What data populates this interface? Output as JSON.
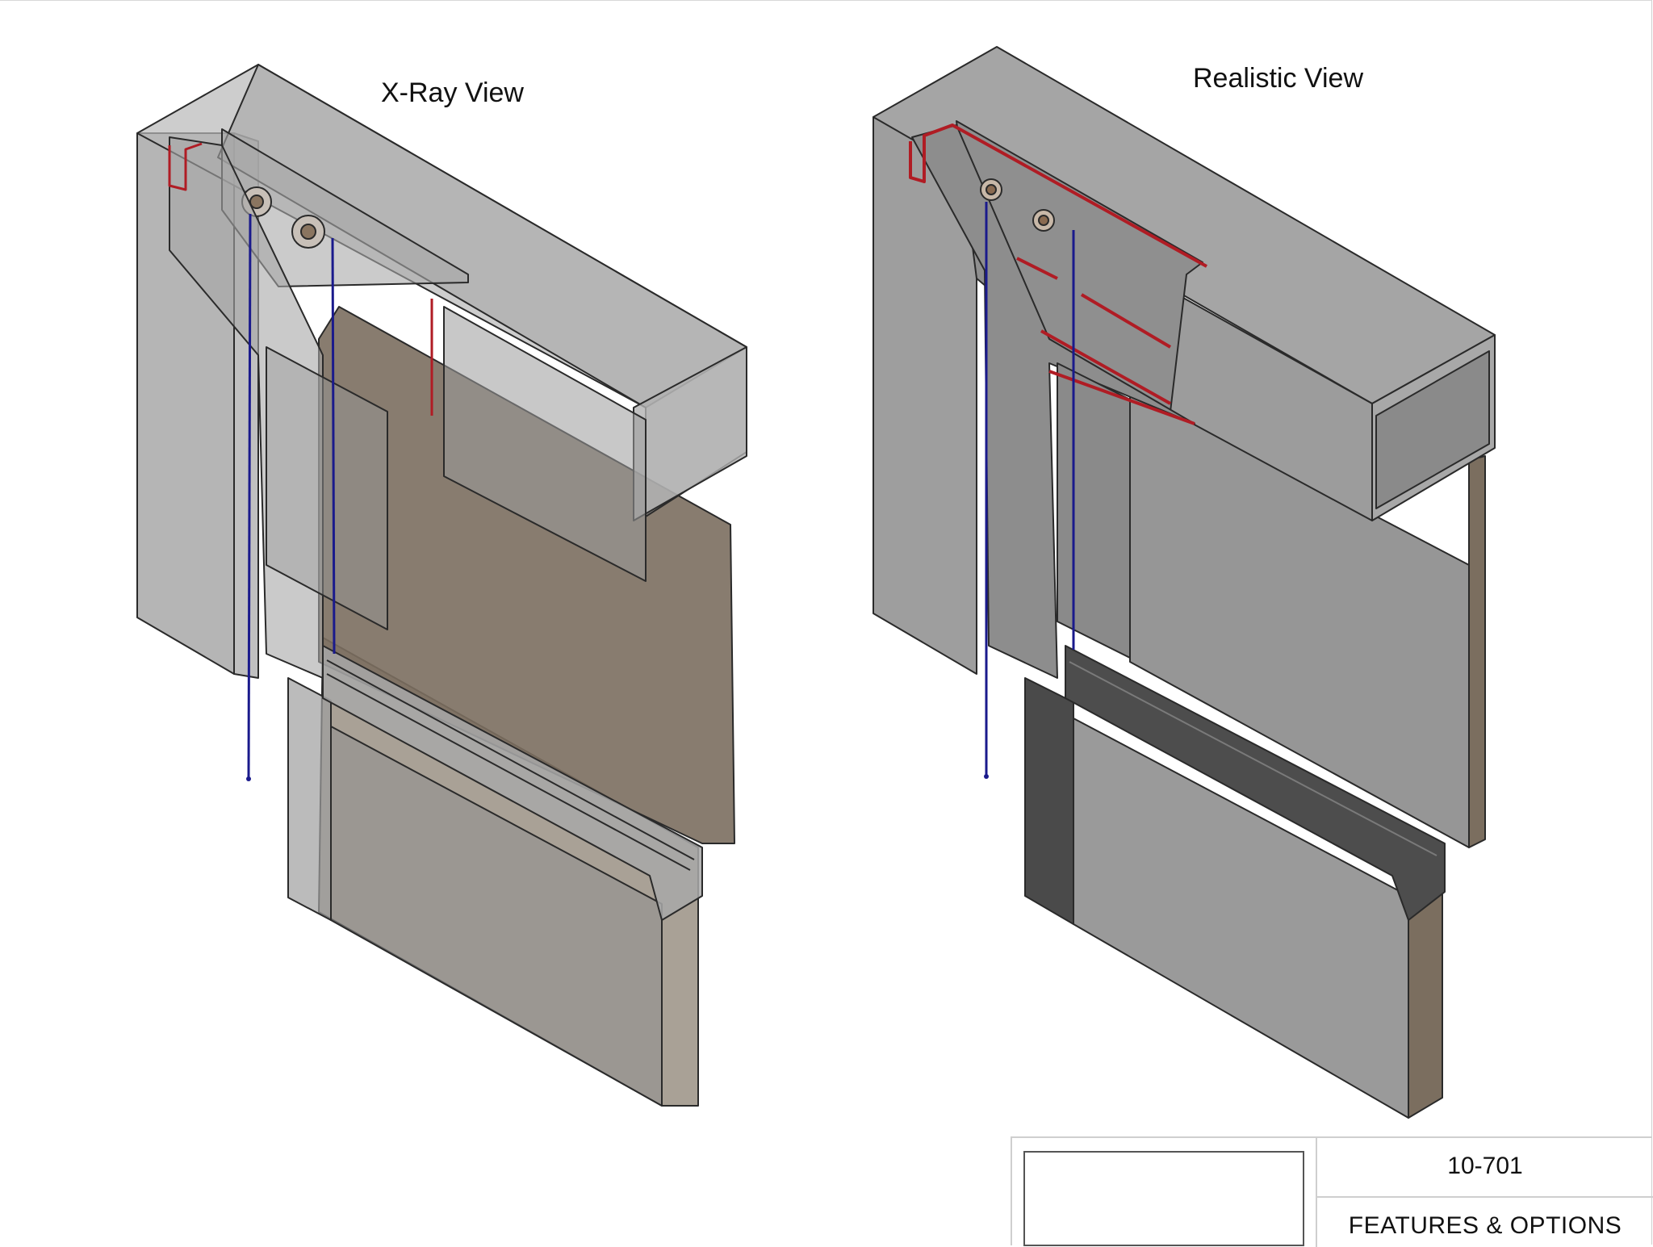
{
  "views": {
    "xray_title": "X-Ray View",
    "realistic_title": "Realistic View"
  },
  "title_block": {
    "drawing_number": "10-701",
    "subject": "FEATURES & OPTIONS"
  },
  "colors": {
    "aluminum": "#9a9a9a",
    "aluminum_light": "#b4b4b4",
    "aluminum_dark": "#5a5a5a",
    "fabric_tan": "#7b6e5f",
    "fabric_light": "#8c8273",
    "cord_blue": "#1a1a8c",
    "seal_red": "#b01c24",
    "outline": "#2a2a2a"
  }
}
